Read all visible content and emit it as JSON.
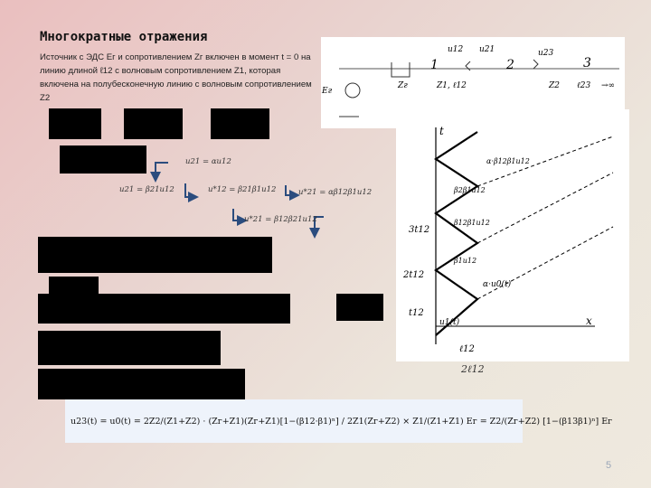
{
  "slide": {
    "title": "Многократные отражения",
    "description": "Источник с ЭДС Eг и сопротивлением Zг включен в момент t = 0 на линию длиной ℓ12 с волновым сопротивлением Z1, которая включена на полубесконечную линию с волновым сопротивлением Z2",
    "page_number": "5"
  },
  "formulas": {
    "u21": "u21 = αu12",
    "u21p": "u21 = β21u12",
    "u12p": "u*12 = β21β1u12",
    "u21pp": "u*21 = αβ12β1u12",
    "u3": "u*21 = β12β21u12",
    "main": "u23(t) = u0(t) = 2Z2/(Z1+Z2) · (Zг+Z1)(Zг+Z1)[1−(β12·β1)ⁿ] / 2Z1(Zг+Z2) × Z1/(Z1+Z1) Eг = Z2/(Zг+Z2) [1−(β13β1)ⁿ] Eг"
  },
  "circuit": {
    "labels": [
      "u12",
      "u21",
      "u23",
      "1",
      "2",
      "3",
      "Eг",
      "Zг",
      "Z1, ℓ12",
      "Z2",
      "ℓ23",
      "→∞"
    ]
  },
  "diagram": {
    "labels": [
      "t",
      "x",
      "ℓ12",
      "2ℓ12",
      "3t12",
      "2t12",
      "t12",
      "u1(t)",
      "α·u0(t)",
      "β1u12",
      "β2β1u12",
      "β12β1u12",
      "α·β12β1u12"
    ]
  }
}
